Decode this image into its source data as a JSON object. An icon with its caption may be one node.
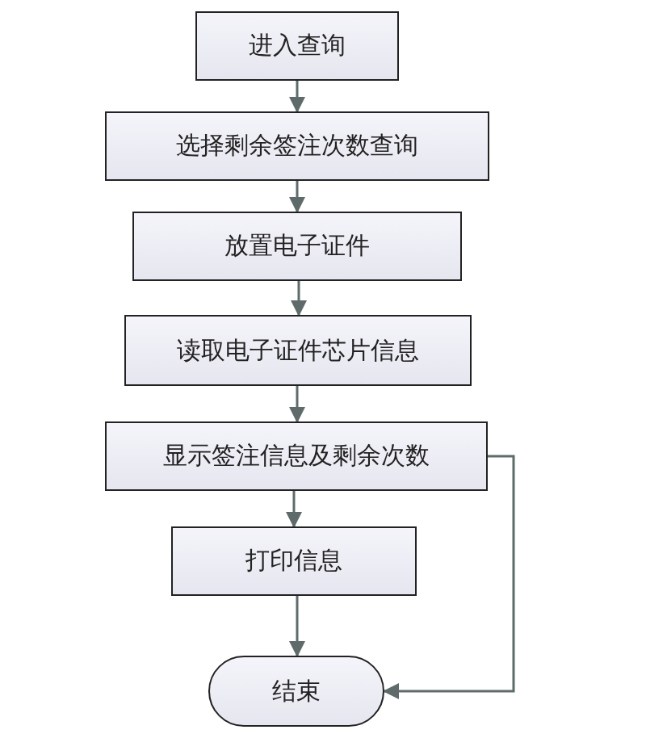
{
  "diagram": {
    "nodes": [
      {
        "text": [
          "进入查询"
        ]
      },
      {
        "text": [
          "选择剩余签注次数查询"
        ]
      },
      {
        "text": [
          "放置电子证件"
        ]
      },
      {
        "text": [
          "读取电子证件芯片信息"
        ]
      },
      {
        "text": [
          "显示签注信息及剩余次数"
        ]
      },
      {
        "text": [
          "打印信息"
        ]
      },
      {
        "text": [
          "结束"
        ]
      }
    ],
    "edges": [
      {
        "from": 0,
        "to": 1,
        "arrow": "to"
      },
      {
        "from": 1,
        "to": 2,
        "arrow": "to"
      },
      {
        "from": 2,
        "to": 3,
        "arrow": "to"
      },
      {
        "from": 3,
        "to": 4,
        "arrow": "to"
      },
      {
        "from": 4,
        "to": 5,
        "arrow": "to"
      },
      {
        "from": 5,
        "to": 6,
        "arrow": "to"
      },
      {
        "from": 4,
        "to": 6,
        "arrow": "to"
      }
    ]
  }
}
